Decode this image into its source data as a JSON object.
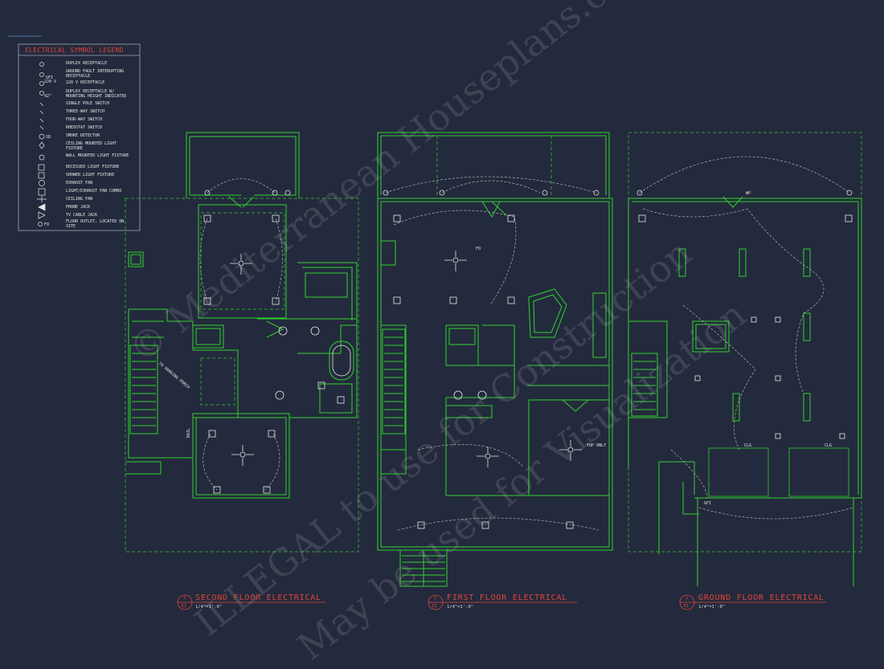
{
  "watermark": {
    "line1": "© Mediterranean Houseplans.com",
    "line2": "ILLEGAL to use for Construction",
    "line3": "May be used for Visualization"
  },
  "legend": {
    "title": "ELECTRICAL SYMBOL LEGEND",
    "items": [
      {
        "symbol": "duplex-receptacle",
        "label": "DUPLEX RECEPTACLE"
      },
      {
        "symbol": "gfi-receptacle",
        "label": "GROUND FAULT INTERUPTING RECEPTACLE",
        "tag": "GFI"
      },
      {
        "symbol": "220v-receptacle",
        "label": "220 V RECEPTACLE",
        "tag": "220 V"
      },
      {
        "symbol": "duplex-receptacle-height",
        "label": "DUPLEX RECEPTACLE W/ MOUNTING HEIGHT INDICATED",
        "tag": "42\""
      },
      {
        "symbol": "single-pole-switch",
        "label": "SINGLE POLE SWITCH"
      },
      {
        "symbol": "three-way-switch",
        "label": "THREE-WAY SWITCH"
      },
      {
        "symbol": "four-way-switch",
        "label": "FOUR-WAY SWITCH"
      },
      {
        "symbol": "rheostat-switch",
        "label": "RHEOSTAT SWITCH"
      },
      {
        "symbol": "smoke-detector",
        "label": "SMOKE DETECTOR",
        "tag": "SD"
      },
      {
        "symbol": "ceiling-light",
        "label": "CEILING MOUNTED LIGHT FIXTURE"
      },
      {
        "symbol": "wall-light",
        "label": "WALL MOUNTED LIGHT FIXTURE"
      },
      {
        "symbol": "recessed-light",
        "label": "RECESSED LIGHT FIXTURE"
      },
      {
        "symbol": "shower-light",
        "label": "SHOWER LIGHT FIXTURE"
      },
      {
        "symbol": "exhaust-fan",
        "label": "EXHAUST FAN"
      },
      {
        "symbol": "light-exhaust-combo",
        "label": "LIGHT/EXHAUST FAN COMBO"
      },
      {
        "symbol": "ceiling-fan",
        "label": "CEILING FAN"
      },
      {
        "symbol": "phone-jack",
        "label": "PHONE JACK"
      },
      {
        "symbol": "tv-cable-jack",
        "label": "TV CABLE JACK"
      },
      {
        "symbol": "floor-outlet",
        "label": "FLOOR OUTLET, LOCATED ON SITE",
        "tag": "FO"
      }
    ]
  },
  "plans": [
    {
      "id": "second",
      "number": "3",
      "sheet": "E1",
      "title": "SECOND FLOOR ELECTRICAL",
      "scale": "1/4\"=1'-0\""
    },
    {
      "id": "first",
      "number": "2",
      "sheet": "E1",
      "title": "FIRST FLOOR ELECTRICAL",
      "scale": "1/4\"=1'-0\""
    },
    {
      "id": "ground",
      "number": "1",
      "sheet": "E1",
      "title": "GROUND FLOOR ELECTRICAL",
      "scale": "1/4\"=1'-0\""
    }
  ],
  "annotations": {
    "to_hanging_porch": "TO HANGING PORCH",
    "rail": "RAIL",
    "top_only": "TOP ONLY",
    "fo": "FO",
    "clg1": "CLG",
    "clg2": "CLG",
    "gfi": "GFI",
    "wp": "WP"
  },
  "colors": {
    "background": "#242a3d",
    "linework": "#2fd12f",
    "title_red": "#e0443a",
    "dashed_circuits": "#c8c8c8",
    "fixtures": "#e6e6e6"
  }
}
